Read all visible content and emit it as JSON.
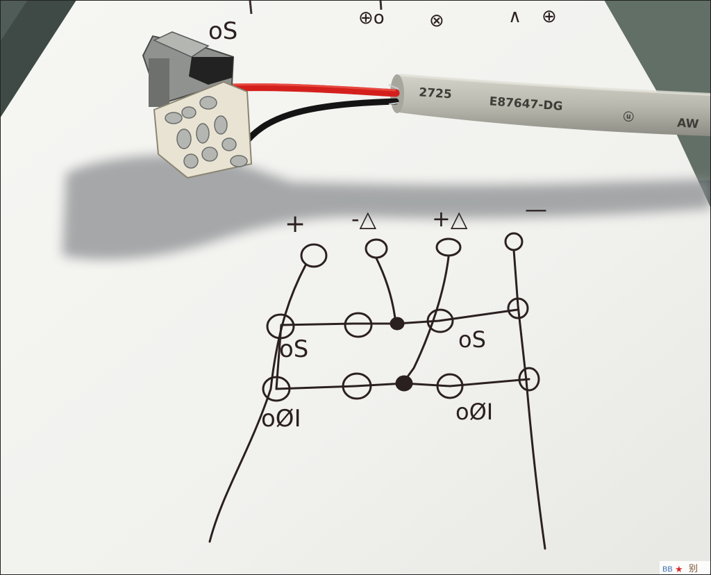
{
  "photo": {
    "kind": "photograph",
    "subject": "USB connector on cable next to a hand-drawn wiring sketch",
    "colors": {
      "table": "#4d5a55",
      "paper": "#f4f4f1",
      "ink": "#2b2020",
      "red_wire": "#d4201c",
      "black_wire": "#141414",
      "cable_jacket": "#b9b8ae",
      "metal": "#9a9c98"
    }
  },
  "cable": {
    "print": [
      "2725",
      "E87647-DG",
      "ⓤ",
      "AW"
    ]
  },
  "top_note": {
    "left": "oS",
    "right": [
      "⊕o",
      "⊗",
      "∧",
      "⊕"
    ]
  },
  "pin_labels": [
    "+",
    "-△",
    "+△",
    "—"
  ],
  "board_labels": {
    "upper_left": "oS",
    "upper_right": "oS",
    "lower_left": "oØI",
    "lower_right": "oØI"
  },
  "watermark": [
    "BB",
    "★",
    "别"
  ]
}
